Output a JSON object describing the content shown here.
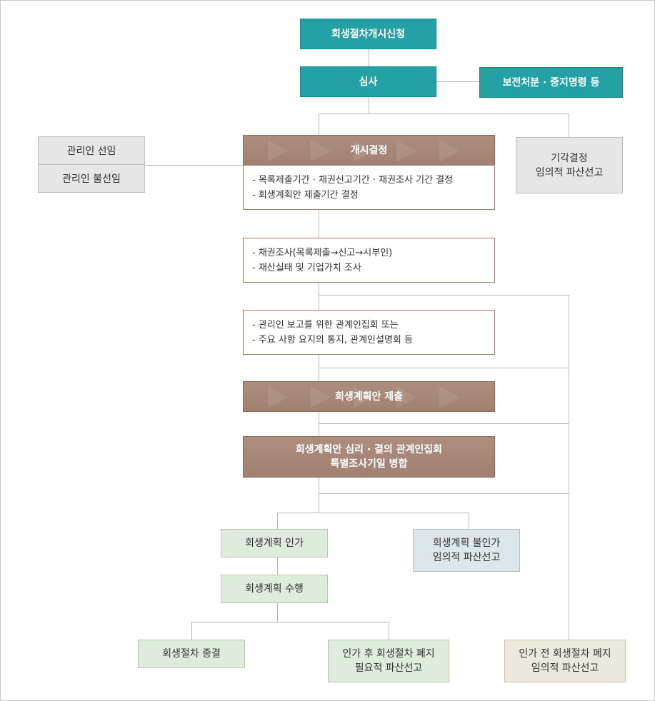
{
  "nodes": {
    "petition": "회생절차개시신청",
    "review": "심사",
    "preservation": "보전처분 · 중지명령 등",
    "commencement": "개시결정",
    "commencement_items": [
      "- 목록제출기간 · 채권신고기간 · 채권조사  기간 결정",
      "- 회생계획안 제출기간 결정"
    ],
    "trustee": {
      "appointed": "관리인 선임",
      "not_appointed": "관리인 불선임"
    },
    "dismissal": [
      "기각결정",
      "임의적 파산선고"
    ],
    "investigation_items": [
      "- 채권조사(목록제출→신고→시부인)",
      "- 재산실태 및 기업가치 조사"
    ],
    "meeting_items": [
      "- 관리인 보고를 위한 관계인집회 또는",
      "- 주요 사항 요지의 통지, 관계인설명회 등"
    ],
    "plan_submission": "회생계획안 제출",
    "plan_meeting": [
      "회생계획안 심리 · 결의 관계인집회",
      "특별조사기일 병합"
    ],
    "plan_approval": "회생계획 인가",
    "plan_rejection": [
      "회생계획 불인가",
      "임의적 파산선고"
    ],
    "plan_execution": "회생계획 수행",
    "termination": "회생절차 종결",
    "abolition_after": [
      "인가 후 회생절차 폐지",
      "필요적 파산선고"
    ],
    "abolition_before": [
      "인가 전 회생절차 폐지",
      "임의적 파산선고"
    ]
  },
  "colors": {
    "teal": "#24a1a3",
    "brown": "#a78676",
    "gray": "#e6e6e6",
    "green": "#deebdd",
    "blue": "#dde6e8",
    "beige": "#ebe9dd",
    "connector": "#b7b7b7"
  }
}
